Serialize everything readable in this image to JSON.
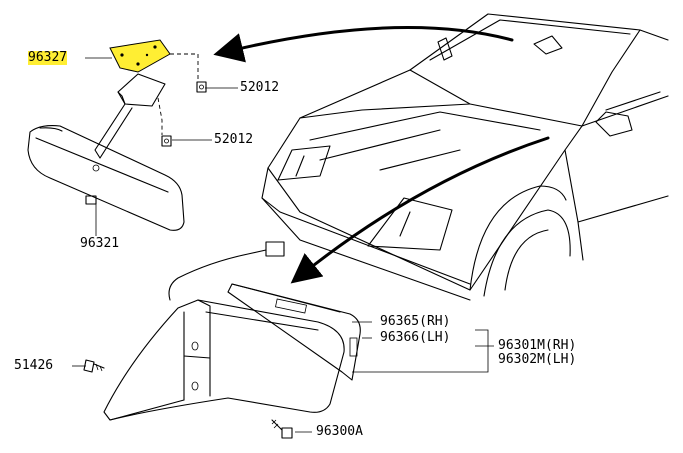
{
  "highlight_color": "#ffee33",
  "parts": {
    "p96327": "96327",
    "p52012a": "52012",
    "p52012b": "52012",
    "p96321": "96321",
    "p96365": "96365(RH)",
    "p96366": "96366(LH)",
    "p96301m": "96301M(RH)",
    "p96302m": "96302M(LH)",
    "p51426": "51426",
    "p96300a": "96300A"
  }
}
